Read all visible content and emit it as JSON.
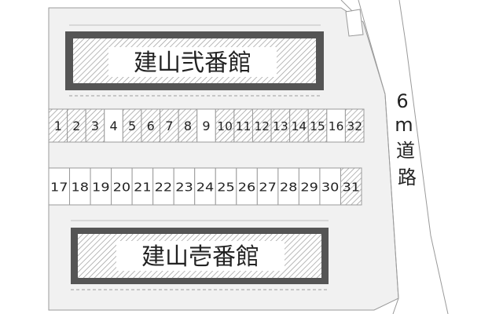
{
  "buildings": [
    {
      "id": "north",
      "name": "建山弐番館"
    },
    {
      "id": "south",
      "name": "建山壱番館"
    }
  ],
  "road": {
    "label_chars": [
      "6",
      "m",
      "道",
      "路"
    ]
  },
  "parking": {
    "row_north": [
      "1",
      "2",
      "3",
      "4",
      "5",
      "6",
      "7",
      "8",
      "9",
      "10",
      "11",
      "12",
      "13",
      "14",
      "15",
      "16",
      "32"
    ],
    "row_south": [
      "17",
      "18",
      "19",
      "20",
      "21",
      "22",
      "23",
      "24",
      "25",
      "26",
      "27",
      "28",
      "29",
      "30",
      "31"
    ],
    "hatched": [
      "1",
      "2",
      "3",
      "5",
      "6",
      "7",
      "8",
      "10",
      "11",
      "12",
      "13",
      "14",
      "15",
      "32",
      "31"
    ]
  },
  "colors": {
    "ground": "#f1f1f1",
    "line": "#9a9a9a",
    "building_border": "#555555",
    "hatch": "#9a9a9a",
    "text": "#222222"
  }
}
